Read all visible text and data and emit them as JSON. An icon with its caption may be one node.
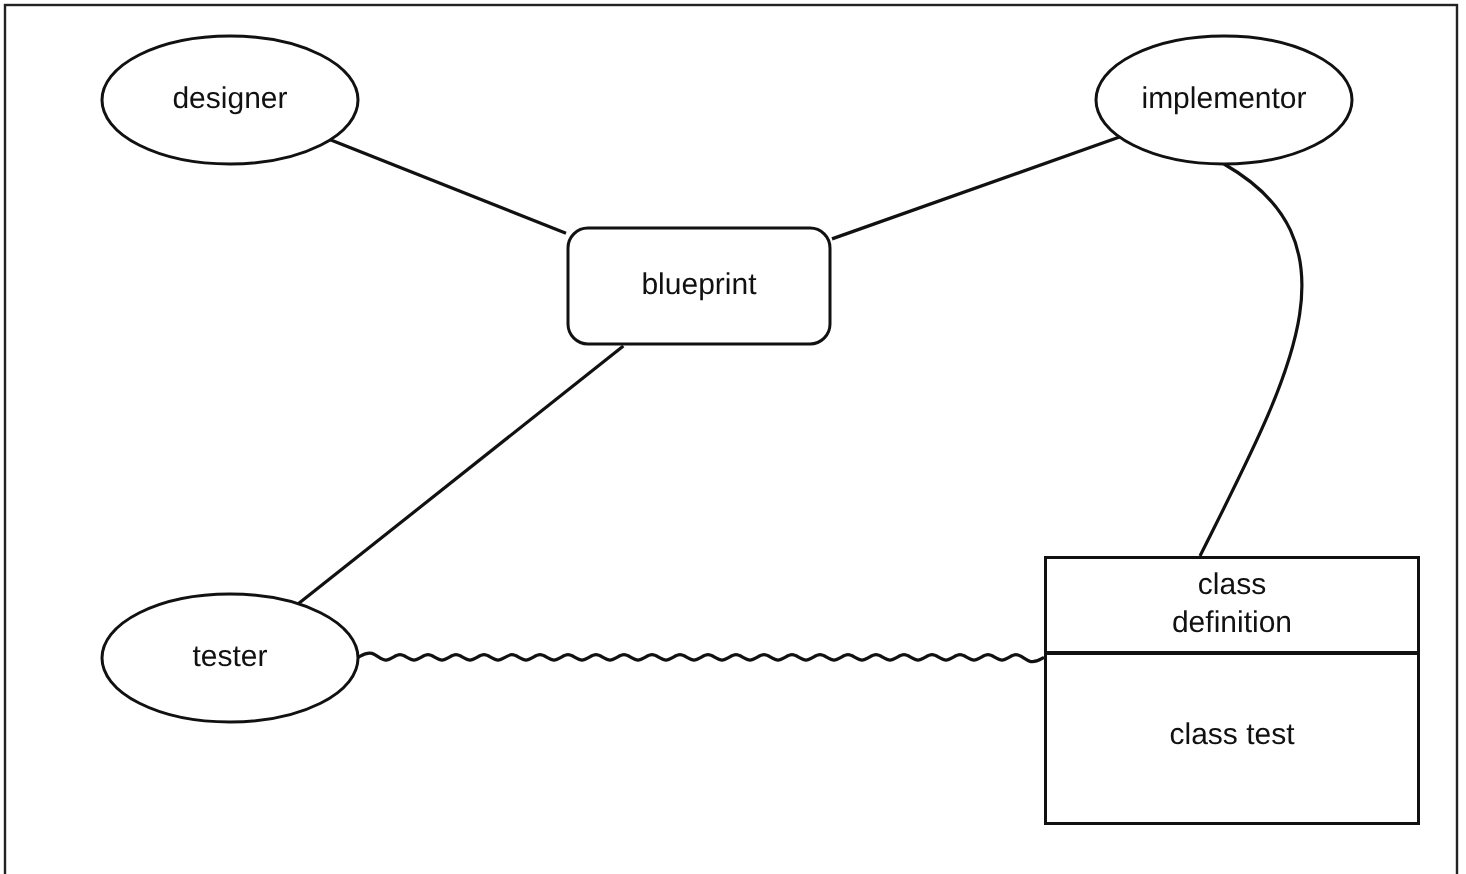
{
  "diagram": {
    "nodes": [
      {
        "text": [
          "designer"
        ]
      },
      {
        "text": [
          "implementor"
        ]
      },
      {
        "text": [
          "blueprint"
        ]
      },
      {
        "text": [
          "tester"
        ]
      },
      {
        "text": [
          "class definition"
        ]
      },
      {
        "text": [
          "class test"
        ]
      }
    ],
    "edges": [
      {
        "from": 0,
        "to": 2,
        "arrow": "none"
      },
      {
        "from": 2,
        "to": 1,
        "arrow": "none"
      },
      {
        "from": 3,
        "to": 2,
        "arrow": "none"
      },
      {
        "from": 1,
        "to": 4,
        "arrow": "none"
      },
      {
        "from": 3,
        "to": 4,
        "arrow": "none"
      }
    ]
  }
}
